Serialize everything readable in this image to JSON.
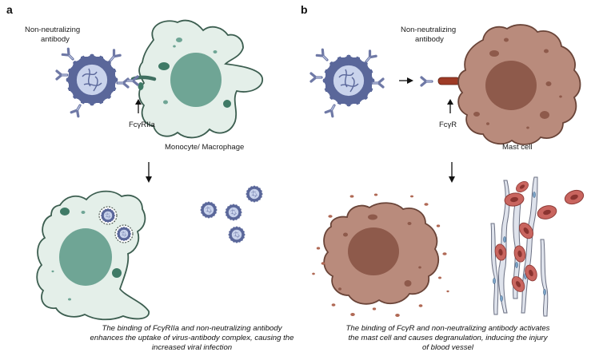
{
  "panels": {
    "a": {
      "letter": "a",
      "antibody_label": [
        "Non-neutralizing",
        "antibody"
      ],
      "receptor_label": "FcγRIIa",
      "cell_label": "Monocyte/ Macrophage",
      "caption": [
        "The binding of FcγRIIa and non-neutralizing antibody",
        "enhances the uptake of virus-antibody complex, causing the",
        "increased viral infection"
      ]
    },
    "b": {
      "letter": "b",
      "antibody_label": [
        "Non-neutralizing",
        "antibody"
      ],
      "receptor_label": "FcγR",
      "cell_label": "Mast cell",
      "caption": [
        "The binding of FcγR and non-neutralizing antibody activates",
        "the mast cell and causes degranulation, inducing the injury",
        "of blood vessel"
      ]
    }
  },
  "colors": {
    "macrophage_fill": "#e4efe9",
    "macrophage_stroke": "#3c5e50",
    "nucleus_green": "#6fa595",
    "granule_green": "#3f7a66",
    "mast_fill": "#b98b7c",
    "mast_stroke": "#6a4438",
    "mast_nucleus": "#8e5a4b",
    "virus_fill": "#c9d3ec",
    "virus_stroke": "#5a679a",
    "antibody": "#6f79a6",
    "receptor_green": "#3f6f60",
    "receptor_red": "#9e3b26",
    "rbc": "#c9655f"
  },
  "icons": [
    "virus-icon",
    "antibody-icon",
    "receptor-icon",
    "down-arrow-icon",
    "right-arrow-icon",
    "up-arrow-icon",
    "red-blood-cell-icon"
  ]
}
